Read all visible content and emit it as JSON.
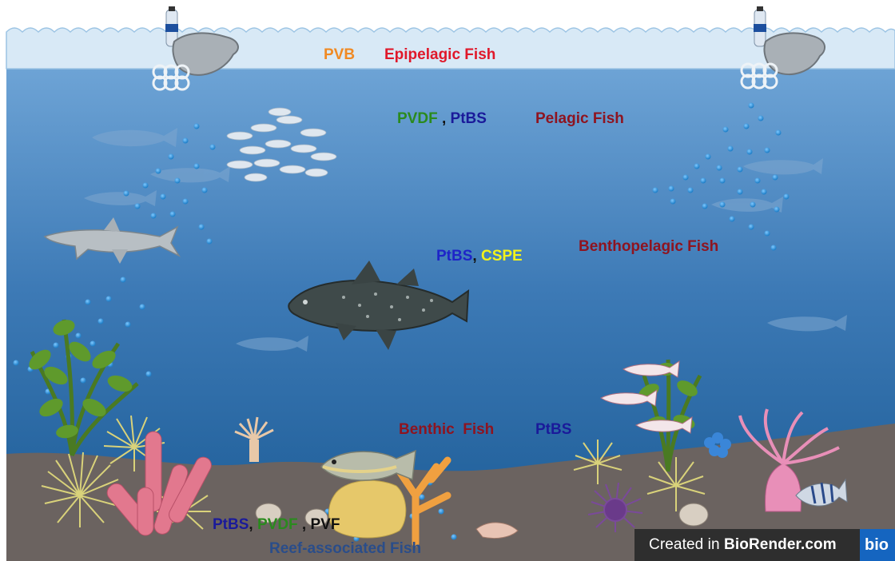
{
  "zones": {
    "epipelagic": {
      "polymers": [
        {
          "text": "PVB",
          "color": "#f08a24"
        }
      ],
      "fish": {
        "text": "Epipelagic Fish",
        "color": "#e0182a"
      }
    },
    "pelagic": {
      "polymers": [
        {
          "text": "PVDF",
          "color": "#2a8a1e"
        },
        {
          "text": " , ",
          "color": "#111111"
        },
        {
          "text": "PtBS",
          "color": "#1a1a9a"
        }
      ],
      "fish": {
        "text": "Pelagic Fish",
        "color": "#8e1420"
      }
    },
    "benthopelagic": {
      "polymers": [
        {
          "text": "PtBS",
          "color": "#1e24c8"
        },
        {
          "text": ", ",
          "color": "#111111"
        },
        {
          "text": "CSPE",
          "color": "#f2f21a"
        }
      ],
      "fish": {
        "text": "Benthopelagic Fish",
        "color": "#8e1420"
      }
    },
    "benthic": {
      "fish": {
        "text": "Benthic  Fish",
        "color": "#8e1420"
      },
      "polymers": [
        {
          "text": "PtBS",
          "color": "#1a1a9a"
        }
      ]
    },
    "reef": {
      "polymers": [
        {
          "text": "PtBS",
          "color": "#1a1a9a"
        },
        {
          "text": ", ",
          "color": "#111111"
        },
        {
          "text": "PVDF",
          "color": "#2a8a1e"
        },
        {
          "text": " , ",
          "color": "#111111"
        },
        {
          "text": "PVF",
          "color": "#111111"
        }
      ],
      "fish": {
        "text": "Reef-associated Fish",
        "color": "#2a4d8a"
      }
    }
  },
  "credit": {
    "prefix": "Created in ",
    "brand": "BioRender.com",
    "logo": "bio"
  },
  "icons": [
    "plastic-bottle-icon",
    "plastic-bag-icon",
    "six-pack-ring-icon",
    "microplastic-particle-icon",
    "shark-icon",
    "coelacanth-icon",
    "fish-school-icon",
    "seaweed-icon",
    "coral-icon",
    "sea-anemone-icon",
    "sea-urchin-icon",
    "shrimp-icon",
    "clam-icon"
  ],
  "colors": {
    "surface": "#dcebf7",
    "ocean_top": "#5f98cc",
    "ocean_bottom": "#1b5d97",
    "seabed": "#6b6360",
    "particle": "#2a8fd8"
  }
}
